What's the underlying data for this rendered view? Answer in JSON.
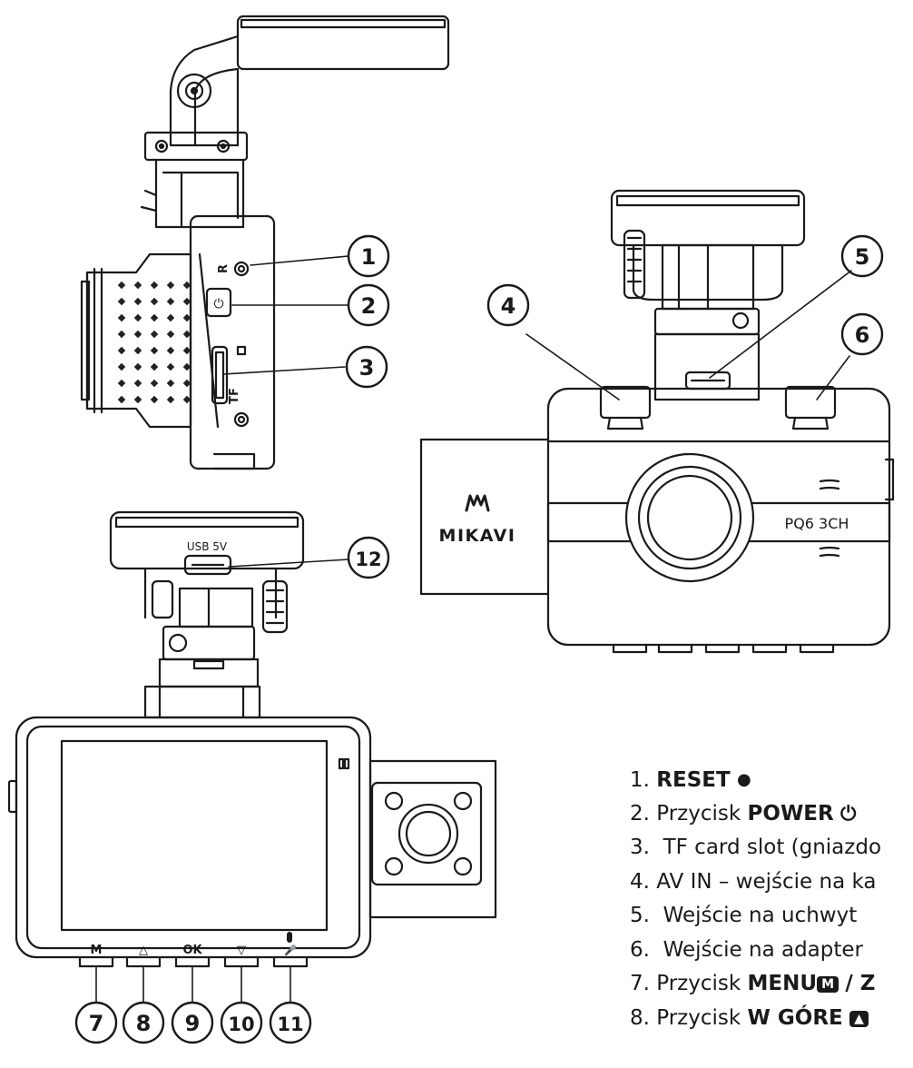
{
  "callouts": [
    "1",
    "2",
    "3",
    "4",
    "5",
    "6",
    "7",
    "8",
    "9",
    "10",
    "11",
    "12"
  ],
  "device": {
    "brand": "MIKAVI",
    "model": "PQ6 3CH",
    "usb_label": "USB 5V",
    "side_reset_label": "R",
    "side_tf_label": "TF",
    "buttons": [
      "M",
      "△",
      "OK",
      "▽",
      "🎤"
    ]
  },
  "legend": [
    {
      "num": "1.",
      "text": "",
      "bold": "RESET",
      "extra": "●"
    },
    {
      "num": "2.",
      "text": "Przycisk",
      "bold": "POWER",
      "extra": "⏻"
    },
    {
      "num": "3.",
      "text": "TF card slot (gniazdo",
      "bold": "",
      "extra": ""
    },
    {
      "num": "4.",
      "text": "AV IN – wejście na ka",
      "bold": "",
      "extra": ""
    },
    {
      "num": "5.",
      "text": "Wejście na uchwyt",
      "bold": "",
      "extra": ""
    },
    {
      "num": "6.",
      "text": "Wejście na adapter",
      "bold": "",
      "extra": ""
    },
    {
      "num": "7.",
      "text": "Przycisk",
      "bold": "MENU",
      "kbd": "M",
      "tail": "/ Z"
    },
    {
      "num": "8.",
      "text": "Przycisk",
      "bold": "W GÓRE",
      "kbd": "▲",
      "tail": ""
    }
  ]
}
